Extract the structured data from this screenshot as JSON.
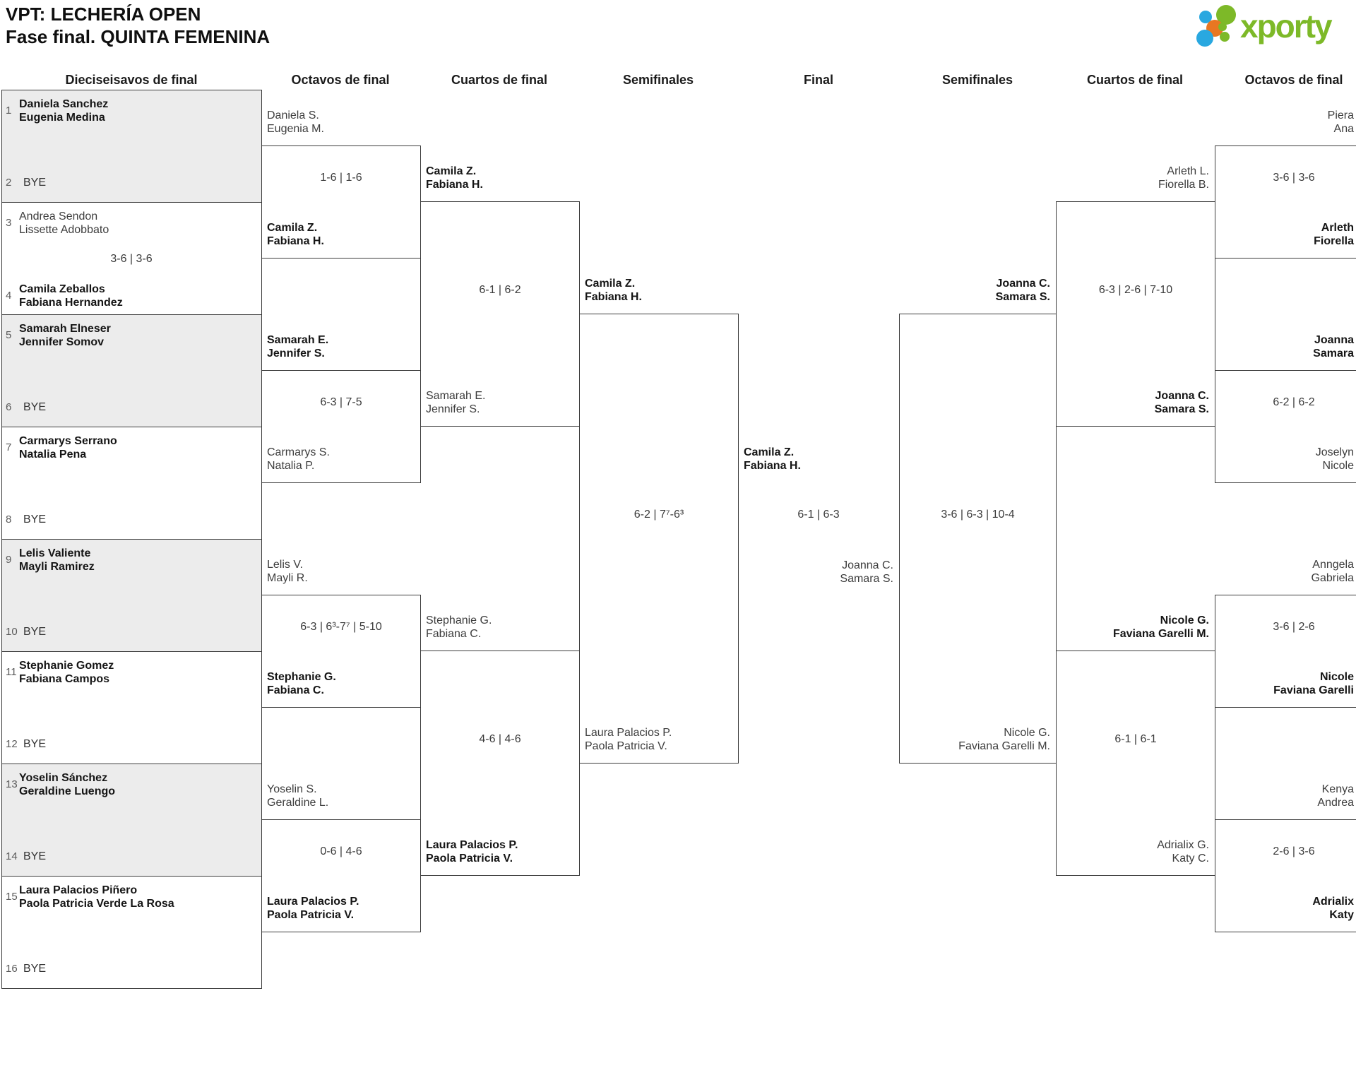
{
  "title": {
    "line1": "VPT: LECHERÍA OPEN",
    "line2": "Fase final. QUINTA FEMENINA"
  },
  "logo": {
    "text": "xporty"
  },
  "colors": {
    "green": "#7db928",
    "blue": "#29a8e0",
    "orange": "#e87722",
    "box_gray": "#ececec"
  },
  "round_headers": [
    "Dieciseisavos de final",
    "Octavos de final",
    "Cuartos de final",
    "Semifinales",
    "Final",
    "Semifinales",
    "Cuartos de final",
    "Octavos de final"
  ],
  "bracket": {
    "seeds": [
      {
        "num": "1",
        "players": [
          "Daniela Sanchez",
          "Eugenia Medina"
        ]
      },
      {
        "num": "2",
        "label": "BYE"
      },
      {
        "num": "3",
        "players": [
          "Andrea Sendon",
          "Lissette Adobbato"
        ]
      },
      {
        "num": "4",
        "players": [
          "Camila Zeballos",
          "Fabiana Hernandez"
        ]
      },
      {
        "num": "5",
        "players": [
          "Samarah Elneser",
          "Jennifer Somov"
        ]
      },
      {
        "num": "6",
        "label": "BYE"
      },
      {
        "num": "7",
        "players": [
          "Carmarys Serrano",
          "Natalia Pena"
        ]
      },
      {
        "num": "8",
        "label": "BYE"
      },
      {
        "num": "9",
        "players": [
          "Lelis Valiente",
          "Mayli Ramirez"
        ]
      },
      {
        "num": "10",
        "label": "BYE"
      },
      {
        "num": "11",
        "players": [
          "Stephanie Gomez",
          "Fabiana Campos"
        ]
      },
      {
        "num": "12",
        "label": "BYE"
      },
      {
        "num": "13",
        "players": [
          "Yoselin Sánchez",
          "Geraldine Luengo"
        ]
      },
      {
        "num": "14",
        "label": "BYE"
      },
      {
        "num": "15",
        "players": [
          "Laura Palacios Piñero",
          "Paola Patricia Verde La Rosa"
        ]
      },
      {
        "num": "16",
        "label": "BYE"
      }
    ],
    "seed_match_score": "3-6 | 3-6",
    "octavos_left": [
      {
        "top": [
          "Daniela S.",
          "Eugenia M."
        ],
        "score": "1-6 | 1-6",
        "bottom": [
          "Camila Z.",
          "Fabiana H."
        ]
      },
      {
        "top": [
          "Samarah E.",
          "Jennifer S."
        ],
        "score": "6-3 | 7-5",
        "bottom": [
          "Carmarys S.",
          "Natalia P."
        ]
      },
      {
        "top": [
          "Lelis V.",
          "Mayli R."
        ],
        "score": "6-3 | 6³-7⁷ | 5-10",
        "bottom": [
          "Stephanie G.",
          "Fabiana C."
        ]
      },
      {
        "top": [
          "Yoselin S.",
          "Geraldine L."
        ],
        "score": "0-6 | 4-6",
        "bottom": [
          "Laura Palacios P.",
          "Paola Patricia V."
        ]
      }
    ],
    "cuartos_left": [
      {
        "top": [
          "Camila Z.",
          "Fabiana H."
        ],
        "score": "6-1 | 6-2",
        "bottom": [
          "Samarah E.",
          "Jennifer S."
        ]
      },
      {
        "top": [
          "Stephanie G.",
          "Fabiana C."
        ],
        "score": "4-6 | 4-6",
        "bottom": [
          "Laura Palacios P.",
          "Paola Patricia V."
        ]
      }
    ],
    "semifinal_left": {
      "top": [
        "Camila Z.",
        "Fabiana H."
      ],
      "score": "6-2 | 7⁷-6³",
      "bottom": [
        "Laura Palacios P.",
        "Paola Patricia V."
      ]
    },
    "final": {
      "winner": [
        "Camila Z.",
        "Fabiana H."
      ],
      "score": "6-1 | 6-3",
      "runner_up": [
        "Joanna C.",
        "Samara S."
      ]
    },
    "semifinal_right": {
      "top": [
        "Joanna C.",
        "Samara S."
      ],
      "score": "3-6 | 6-3 | 10-4",
      "bottom": [
        "Nicole G.",
        "Faviana Garelli M."
      ]
    },
    "cuartos_right": [
      {
        "top": [
          "Arleth L.",
          "Fiorella B."
        ],
        "score": "6-3 | 2-6 | 7-10",
        "bottom": [
          "Joanna C.",
          "Samara S."
        ]
      },
      {
        "top": [
          "Nicole G.",
          "Faviana Garelli M."
        ],
        "score": "6-1 | 6-1",
        "bottom": [
          "Adrialix G.",
          "Katy C."
        ]
      }
    ],
    "octavos_right": [
      {
        "top": [
          "Piera",
          "Ana"
        ],
        "score": "3-6 | 3-6",
        "bottom": [
          "Arleth",
          "Fiorella"
        ]
      },
      {
        "top": [
          "Joanna",
          "Samara"
        ],
        "score": "6-2 | 6-2",
        "bottom": [
          "Joselyn",
          "Nicole"
        ]
      },
      {
        "top": [
          "Anngela",
          "Gabriela"
        ],
        "score": "3-6 | 2-6",
        "bottom": [
          "Nicole",
          "Faviana Garelli"
        ]
      },
      {
        "top": [
          "Kenya",
          "Andrea"
        ],
        "score": "2-6 | 3-6",
        "bottom": [
          "Adrialix",
          "Katy"
        ]
      }
    ]
  }
}
